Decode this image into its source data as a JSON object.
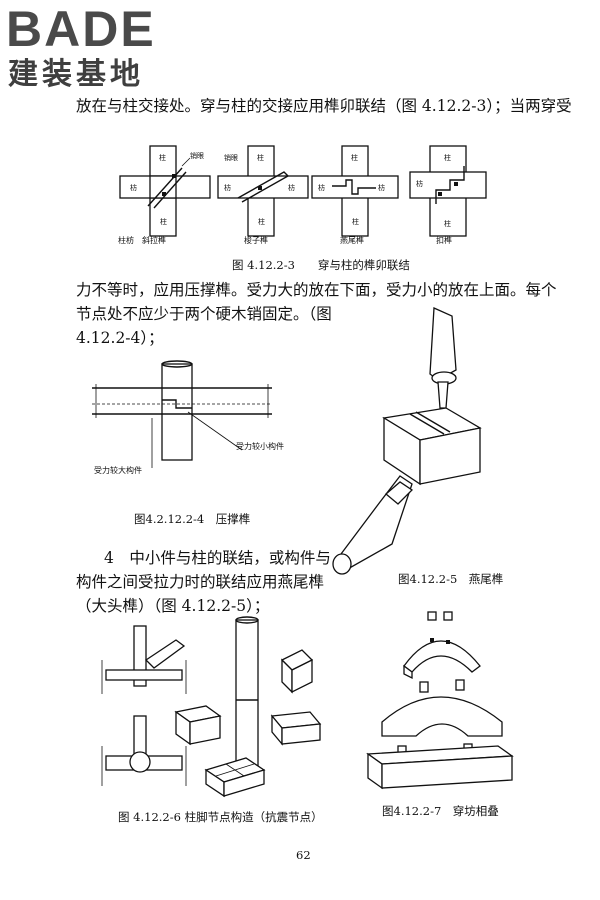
{
  "logo": {
    "main": "BADE",
    "sub": "建装基地"
  },
  "paragraphs": {
    "p1": "放在与柱交接处。穿与柱的交接应用榫卯联结（图 4.12.2-3）；当两穿受",
    "p2_line1": "力不等时，应用压撑榫。受力大的放在下面，受力小的放在上面。每个",
    "p2_line2": "节点处不应少于两个硬木销固定。（图",
    "p2_line3": "4.12.2-4）；",
    "p3_line1": "4　中小件与柱的联结，或构件与",
    "p3_line2": "构件之间受拉力时的联结应用燕尾榫",
    "p3_line3": "（大头榫）（图 4.12.2-5）；"
  },
  "figure_3": {
    "caption": "图 4.12.2-3　　穿与柱的榫卯联结",
    "sub_labels": [
      "柱枋　斜拉榫",
      "梭子榫",
      "燕尾榫",
      "扣榫"
    ],
    "labels": {
      "zhu": "柱",
      "fang": "枋",
      "xiaoyan": "销眼"
    }
  },
  "figure_4": {
    "caption": "图4.2.12.2-4　压撑榫",
    "label_small": "受力较小构件",
    "label_large": "受力较大构件"
  },
  "figure_5": {
    "caption": "图4.12.2-5　燕尾榫"
  },
  "figure_6": {
    "caption": "图 4.12.2-6 柱脚节点构造（抗震节点）"
  },
  "figure_7": {
    "caption": "图4.12.2-7　穿坊相叠"
  },
  "page_number": "62"
}
